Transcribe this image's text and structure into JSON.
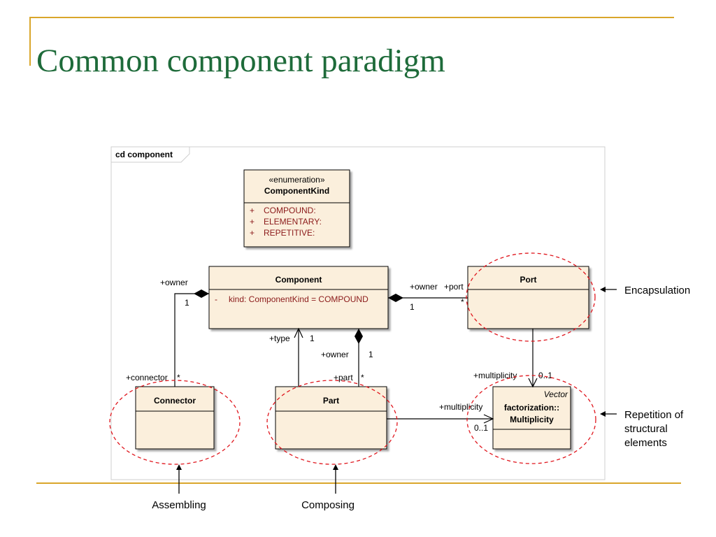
{
  "slide": {
    "title": "Common component paradigm"
  },
  "colors": {
    "title": "#1e6b3a",
    "accent_line": "#d9a62b",
    "class_fill": "#fbefdc",
    "attribute_text": "#8b1a1a",
    "highlight_ellipse": "#e0171e"
  },
  "diagram": {
    "frame_label": "cd component",
    "classes": {
      "component_kind": {
        "stereotype": "«enumeration»",
        "name": "ComponentKind",
        "literals": [
          {
            "visibility": "+",
            "text": "COMPOUND:"
          },
          {
            "visibility": "+",
            "text": "ELEMENTARY:"
          },
          {
            "visibility": "+",
            "text": "REPETITIVE:"
          }
        ]
      },
      "component": {
        "name": "Component",
        "attribute": {
          "visibility": "-",
          "text": "kind:  ComponentKind = COMPOUND"
        }
      },
      "port": {
        "name": "Port"
      },
      "connector": {
        "name": "Connector"
      },
      "part": {
        "name": "Part"
      },
      "multiplicity": {
        "stereotype": "Vector",
        "name_line1": "factorization::",
        "name_line2": "Multiplicity"
      }
    },
    "roles": {
      "component_owner_connector": "+owner",
      "component_owner_connector_mult": "1",
      "connector_role": "+connector",
      "connector_mult": "*",
      "port_owner": "+owner",
      "port_role": "+port",
      "port_owner_mult": "1",
      "port_mult": "*",
      "type_role": "+type",
      "type_mult": "1",
      "part_owner": "+owner",
      "part_owner_mult": "1",
      "part_role": "+part",
      "part_mult": "*",
      "port_multiplicity_role": "+multiplicity",
      "port_multiplicity_mult": "0..1",
      "part_multiplicity_role": "+multiplicity",
      "part_multiplicity_mult": "0..1"
    },
    "callouts": {
      "encapsulation": "Encapsulation",
      "repetition_line1": "Repetition of",
      "repetition_line2": "structural",
      "repetition_line3": "elements",
      "assembling": "Assembling",
      "composing": "Composing"
    }
  }
}
